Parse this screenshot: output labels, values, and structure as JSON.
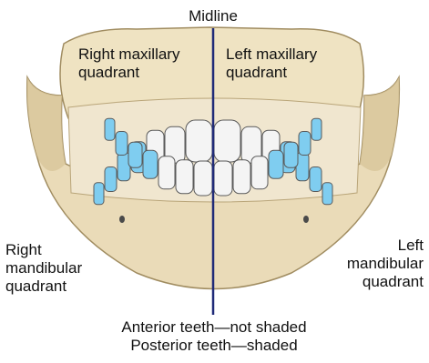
{
  "labels": {
    "midline": "Midline",
    "right_maxillary": [
      "Right maxillary",
      "quadrant"
    ],
    "left_maxillary": [
      "Left maxillary",
      "quadrant"
    ],
    "right_mandibular": [
      "Right",
      "mandibular",
      "quadrant"
    ],
    "left_mandibular": [
      "Left",
      "mandibular",
      "quadrant"
    ]
  },
  "caption": {
    "line1": "Anterior teeth—not shaded",
    "line2": "Posterior teeth—shaded"
  },
  "colors": {
    "bone": "#eadbb8",
    "bone_shadow": "#d8c59a",
    "gum": "#f0e6cf",
    "anterior_tooth": "#f4f4f4",
    "posterior_tooth": "#7fcdf0",
    "tooth_outline": "#5a5a5a",
    "midline": "#1f2a78",
    "text": "#111111"
  }
}
